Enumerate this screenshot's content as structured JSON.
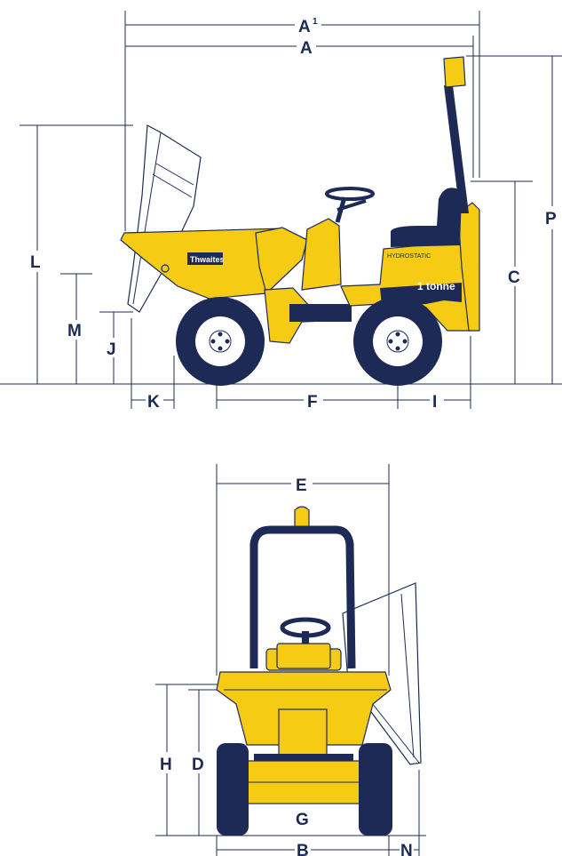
{
  "colors": {
    "navy": "#1c2a55",
    "yellow": "#f5cb14",
    "background": "#ffffff"
  },
  "labels": {
    "A1": "A",
    "A1_sup": "1",
    "A": "A",
    "P": "P",
    "C": "C",
    "L": "L",
    "M": "M",
    "J": "J",
    "K": "K",
    "F": "F",
    "I": "I",
    "E": "E",
    "H": "H",
    "D": "D",
    "G": "G",
    "B": "B",
    "N": "N"
  },
  "machine": {
    "brand": "Thwaites",
    "badge": "1 tonne",
    "decal": "HYDROSTATIC"
  }
}
